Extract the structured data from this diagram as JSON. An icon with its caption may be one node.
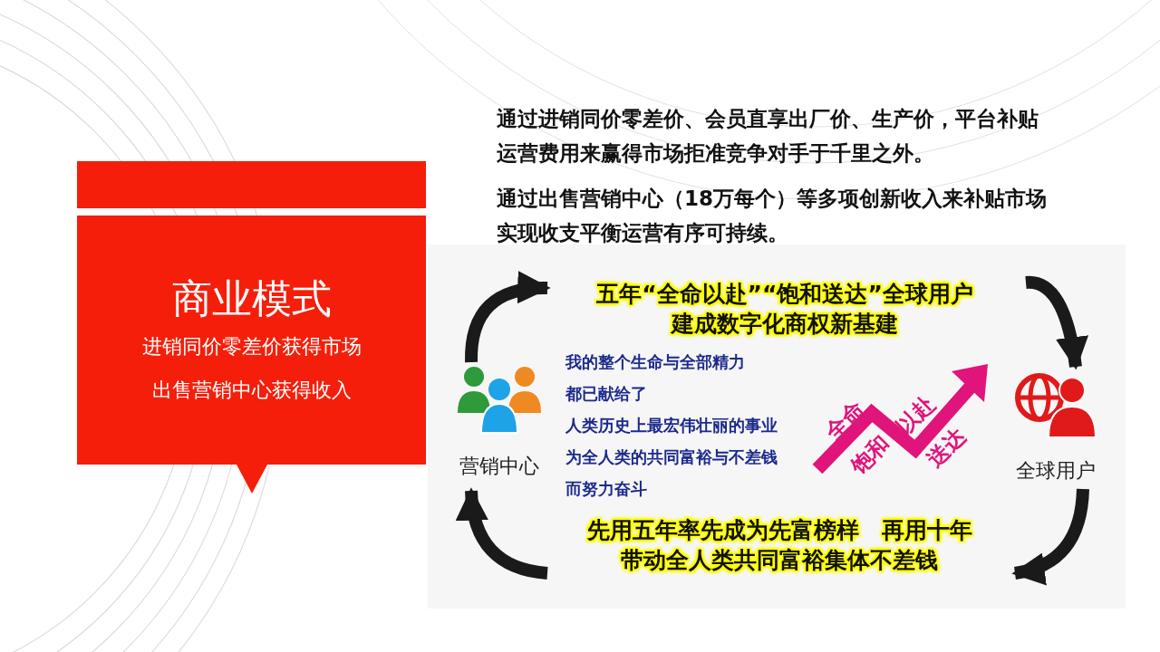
{
  "diagram": {
    "nodes": [
      {
        "text": [
          "商业模式",
          "进销同价零差价获得市场",
          "出售营销中心获得收入"
        ]
      },
      {
        "text": [
          "营销中心"
        ]
      },
      {
        "text": [
          "全球用户"
        ]
      },
      {
        "text": [
          "五年“全命以赴”“饱和送达”全球用户建成数字化商权新基建"
        ]
      },
      {
        "text": [
          "先用五年率先成为先富榜样　再用十年带动全人类共同富裕集体不差钱"
        ]
      }
    ],
    "edges": [
      {
        "from": 1,
        "to": 3,
        "arrow": "to"
      },
      {
        "from": 3,
        "to": 2,
        "arrow": "to"
      },
      {
        "from": 2,
        "to": 4,
        "arrow": "to"
      },
      {
        "from": 4,
        "to": 1,
        "arrow": "to"
      }
    ],
    "labels": [
      "通过进销同价零差价、会员直享出厂价、生产价，平台补贴运营费用来赢得市场拒准竞争对手于千里之外。",
      "通过出售营销中心（18万每个）等多项创新收入来补贴市场实现收支平衡运营有序可持续。",
      "我的整个生命与全部精力",
      "都已献给了",
      "人类历史上最宏伟壮丽的事业",
      "为全人类的共同富裕与不差钱",
      "而努力奋斗",
      "全命",
      "饱和",
      "以赴",
      "送达"
    ]
  }
}
